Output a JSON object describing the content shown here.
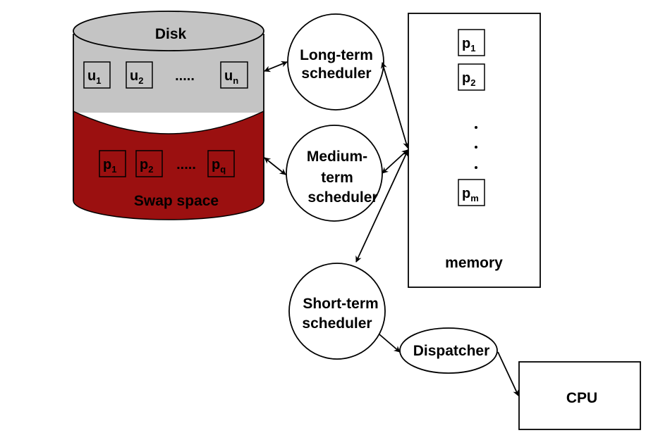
{
  "colors": {
    "disk_top": "#c4c4c4",
    "swap_space": "#9b1010",
    "stroke": "#000000",
    "background": "#ffffff"
  },
  "disk": {
    "title": "Disk",
    "user_items": [
      {
        "base": "u",
        "sub": "1"
      },
      {
        "base": "u",
        "sub": "2"
      },
      {
        "base": "u",
        "sub": "n"
      }
    ],
    "user_ellipsis": ".....",
    "swap_label": "Swap space",
    "swap_items": [
      {
        "base": "p",
        "sub": "1"
      },
      {
        "base": "p",
        "sub": "2"
      },
      {
        "base": "p",
        "sub": "q"
      }
    ],
    "swap_ellipsis": "....."
  },
  "schedulers": {
    "long_term": [
      "Long-term",
      "scheduler"
    ],
    "medium_term": [
      "Medium-",
      "term",
      "scheduler"
    ],
    "short_term": [
      "Short-term",
      "scheduler"
    ]
  },
  "dispatcher": {
    "label": "Dispatcher"
  },
  "memory": {
    "label": "memory",
    "items": [
      {
        "base": "p",
        "sub": "1"
      },
      {
        "base": "p",
        "sub": "2"
      },
      {
        "base": "p",
        "sub": "m"
      }
    ],
    "dots": [
      "·",
      "·",
      "·"
    ]
  },
  "cpu": {
    "label": "CPU"
  }
}
